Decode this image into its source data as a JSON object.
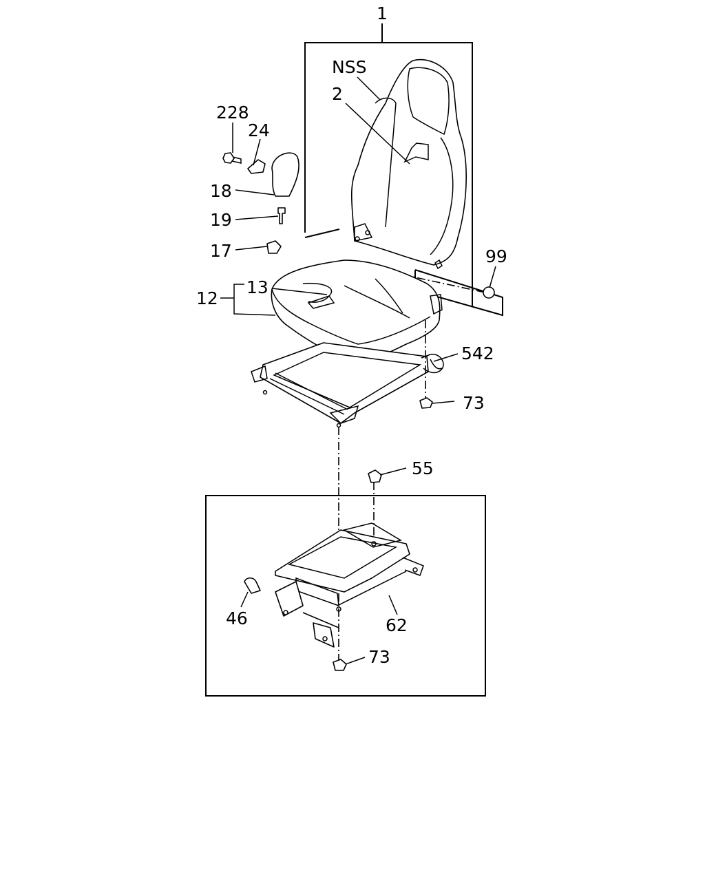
{
  "callouts": {
    "seat_assembly": "1",
    "nss": "NSS",
    "seatback_part": "2",
    "bolt_228": "228",
    "cover_24": "24",
    "knob_18": "18",
    "screw_19": "19",
    "bolt_17": "17",
    "cushion_13": "13",
    "cushion_12": "12",
    "washer_99": "99",
    "slide_542": "542",
    "nut_73_upper": "73",
    "nut_55": "55",
    "bolt_46": "46",
    "bracket_62": "62",
    "nut_73_lower": "73"
  }
}
